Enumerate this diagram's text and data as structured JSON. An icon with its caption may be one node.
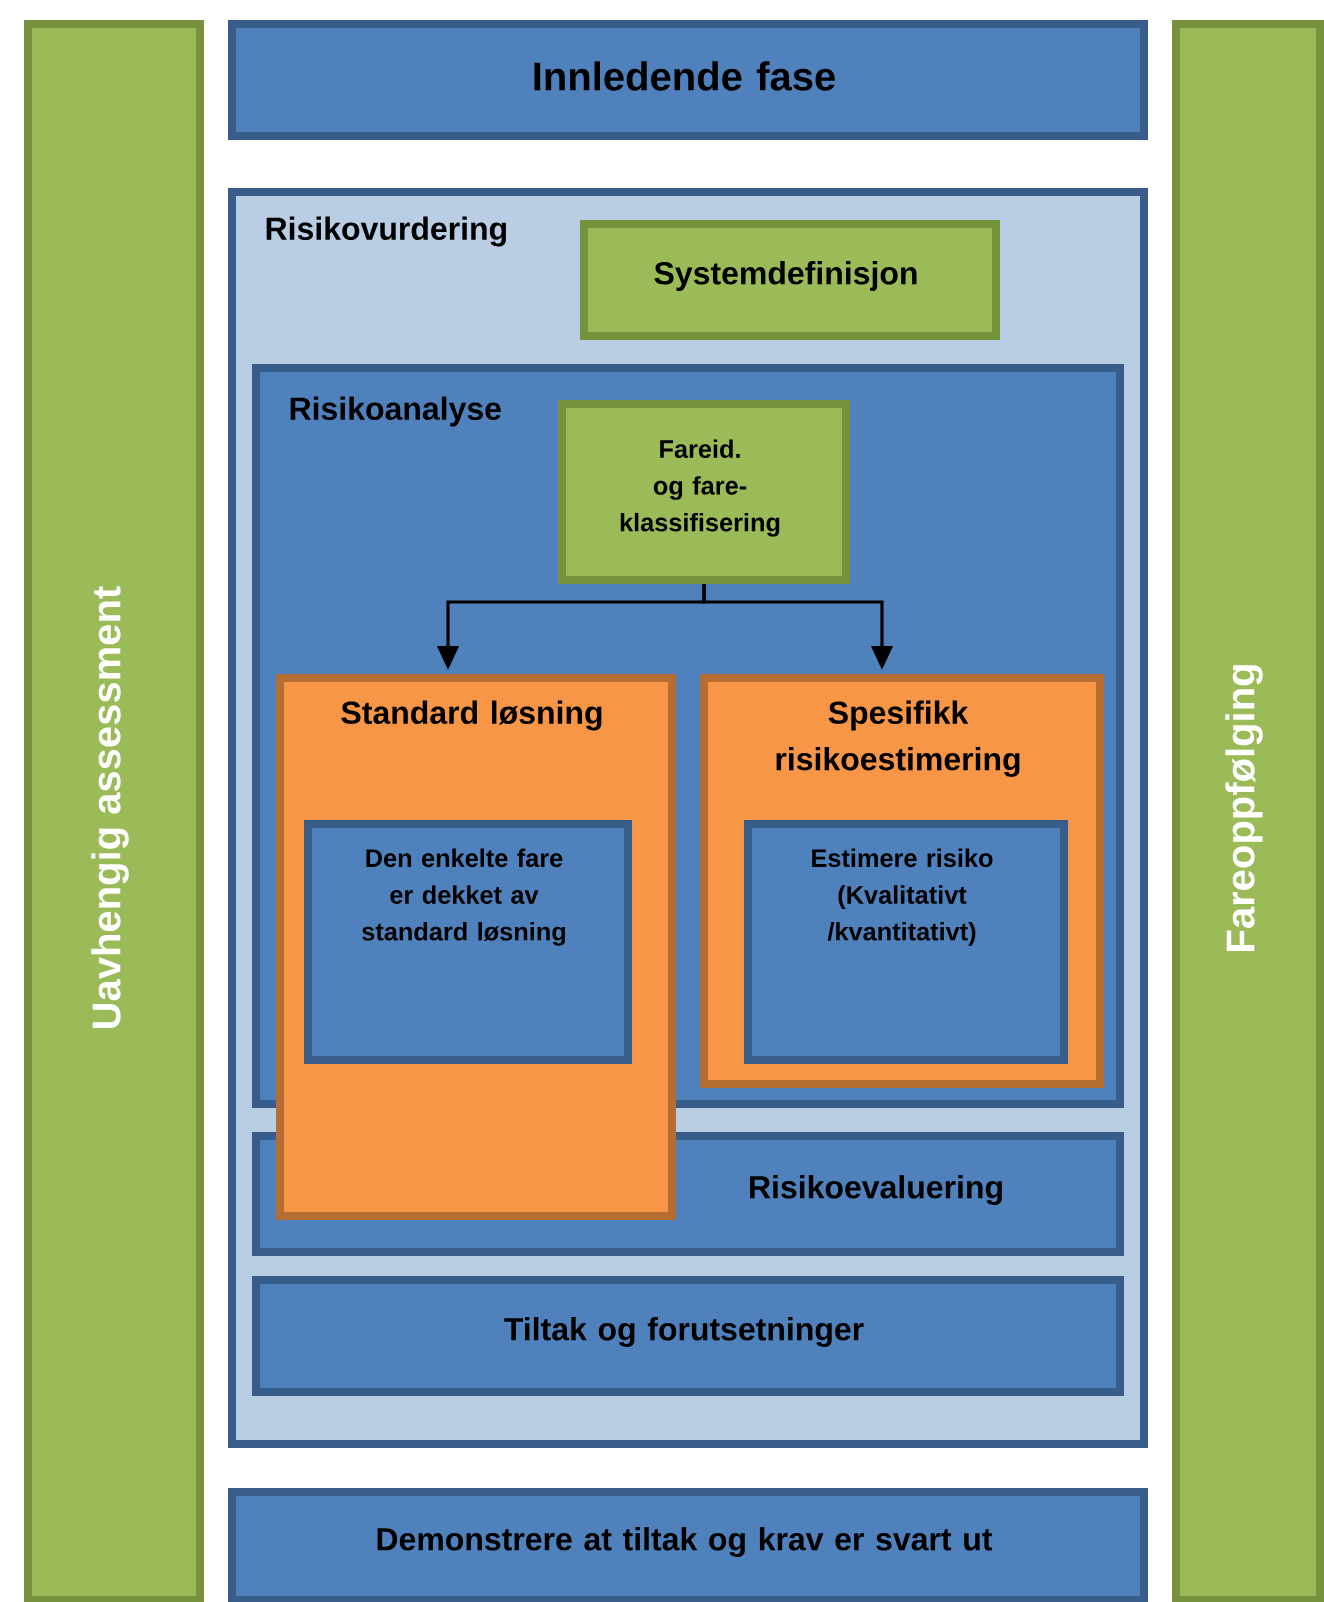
{
  "diagram": {
    "nodes": [
      {
        "text": [
          "Uavhengig assessment"
        ]
      },
      {
        "text": [
          "Innledende fase"
        ]
      },
      {
        "text": [
          "Risikovurdering"
        ]
      },
      {
        "text": [
          "Systemdefinisjon"
        ],
        "in": 2
      },
      {
        "text": [
          "Risikoanalyse"
        ],
        "in": 2
      },
      {
        "text": [
          "Fareid. og fare-klassifisering"
        ],
        "in": 4
      },
      {
        "text": [
          "Standard løsning"
        ],
        "in": 2
      },
      {
        "text": [
          "Den enkelte fare er dekket av standard løsning"
        ]
      },
      {
        "text": [
          "Spesifikk risikoestimering"
        ],
        "in": 4
      },
      {
        "text": [
          "Estimere risiko (Kvalitativt /kvantitativt)"
        ],
        "in": 8
      },
      {
        "text": [
          "Risikoevaluering"
        ],
        "in": 2
      },
      {
        "text": [
          "Tiltak og forutsetninger"
        ],
        "in": 2
      },
      {
        "text": [
          "Demonstrere at tiltak og krav er svart ut"
        ]
      },
      {
        "text": [
          "Fareoppfølging"
        ]
      }
    ],
    "edges": [
      {
        "from": 5,
        "to": 6,
        "arrow": "to"
      },
      {
        "from": 5,
        "to": 8,
        "arrow": "to"
      }
    ]
  }
}
